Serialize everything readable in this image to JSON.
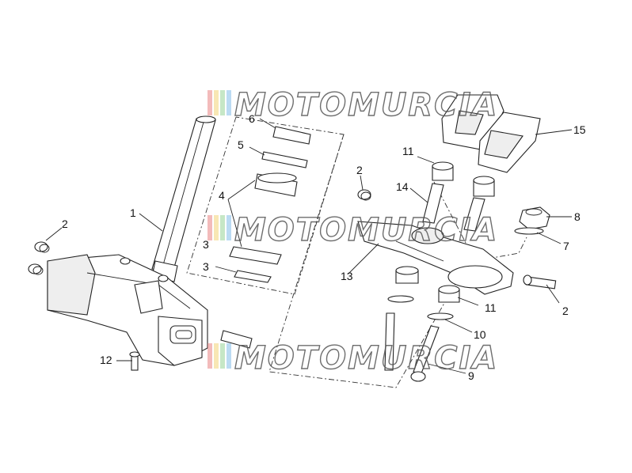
{
  "watermark": {
    "text": "MOTOMURCIA",
    "colors": [
      "#e87a7a",
      "#f2d16b",
      "#8fd18f",
      "#7ab8e8"
    ]
  },
  "callouts": [
    {
      "id": "c1",
      "label": "1"
    },
    {
      "id": "c2a",
      "label": "2"
    },
    {
      "id": "c2b",
      "label": "2"
    },
    {
      "id": "c2c",
      "label": "2"
    },
    {
      "id": "c3a",
      "label": "3"
    },
    {
      "id": "c3b",
      "label": "3"
    },
    {
      "id": "c4",
      "label": "4"
    },
    {
      "id": "c5",
      "label": "5"
    },
    {
      "id": "c6",
      "label": "6"
    },
    {
      "id": "c7",
      "label": "7"
    },
    {
      "id": "c8",
      "label": "8"
    },
    {
      "id": "c9",
      "label": "9"
    },
    {
      "id": "c10",
      "label": "10"
    },
    {
      "id": "c11a",
      "label": "11"
    },
    {
      "id": "c11b",
      "label": "11"
    },
    {
      "id": "c12",
      "label": "12"
    },
    {
      "id": "c13",
      "label": "13"
    },
    {
      "id": "c14",
      "label": "14"
    },
    {
      "id": "c15",
      "label": "15"
    }
  ]
}
